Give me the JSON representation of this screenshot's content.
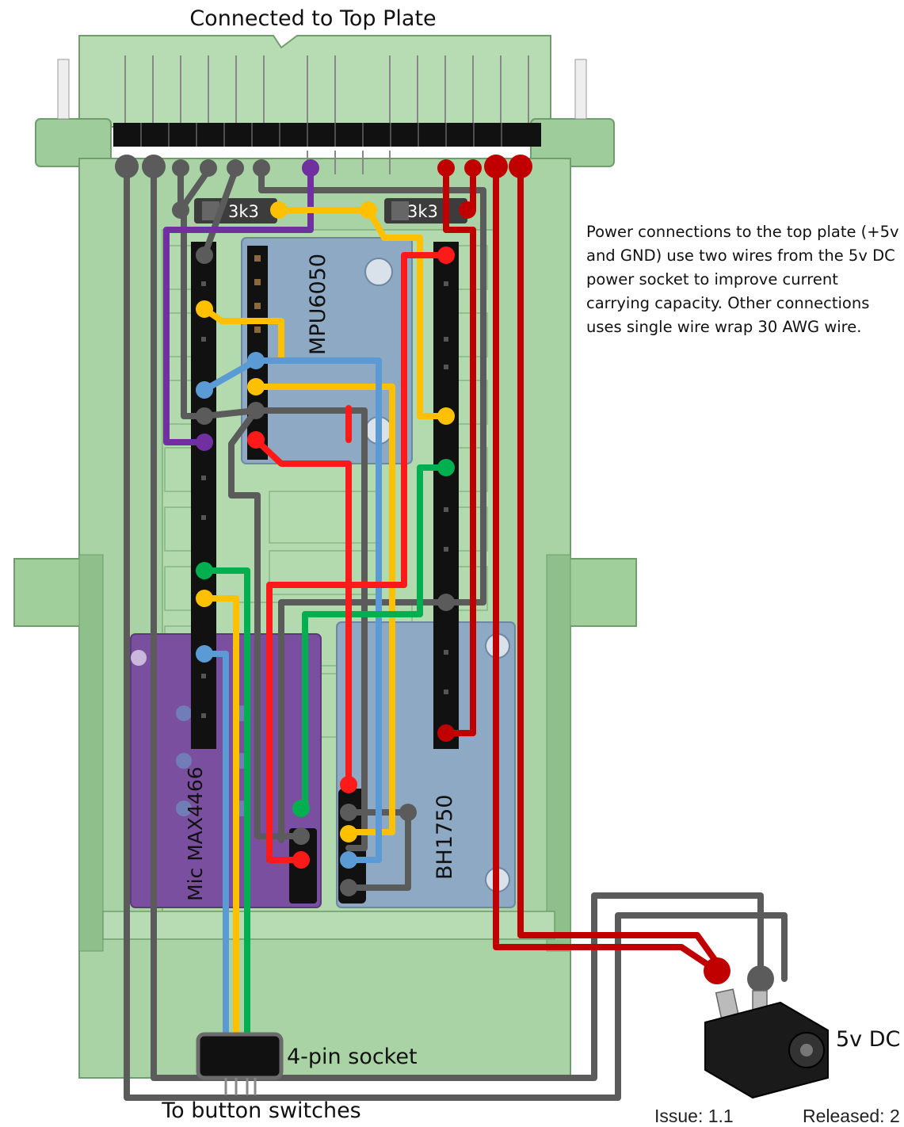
{
  "labels": {
    "top": "Connected to Top Plate",
    "bottom": "To button switches",
    "socket": "4-pin socket",
    "dc": "5v DC",
    "resistor_left": "3k3",
    "resistor_right": "3k3",
    "mpu": "MPU6050",
    "mic": "Mic MAX4466",
    "bh": "BH1750"
  },
  "note": "Power connections to the top plate (+5v and GND) use two wires from the 5v DC power socket to improve current carrying capacity. Other connections uses single wire wrap 30 AWG wire.",
  "footer": {
    "issue": "Issue: 1.1",
    "released": "Released: 2"
  },
  "colors": {
    "plate": "#a9d3a5",
    "plate_dark": "#7fb07d",
    "grey_wire": "#5b5b5b",
    "red_wire": "#ff1a1a",
    "dark_red_wire": "#c00000",
    "yellow_wire": "#ffc000",
    "blue_wire": "#5b9bd5",
    "green_wire": "#00b050",
    "purple_wire": "#7030a0",
    "mpu_board": "#8ea9c4",
    "mic_board": "#7a4fa0",
    "bh_board": "#8ea9c4"
  }
}
